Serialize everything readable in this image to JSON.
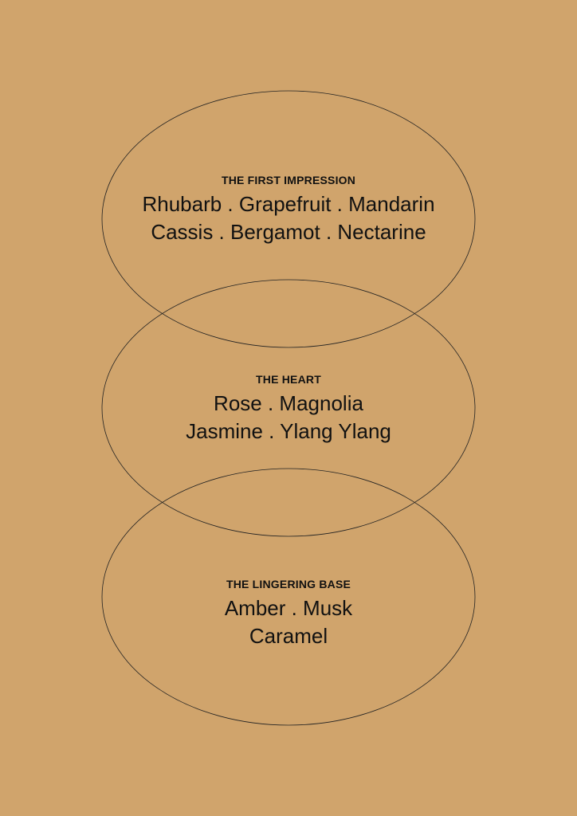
{
  "tiers": [
    {
      "heading": "THE FIRST IMPRESSION",
      "lines": [
        "Rhubarb . Grapefruit . Mandarin",
        "Cassis . Bergamot . Nectarine"
      ]
    },
    {
      "heading": "THE HEART",
      "lines": [
        "Rose . Magnolia",
        "Jasmine . Ylang Ylang"
      ]
    },
    {
      "heading": "THE LINGERING BASE",
      "lines": [
        "Amber . Musk",
        "Caramel"
      ]
    }
  ],
  "colors": {
    "background": "#d0a46c",
    "ink": "#111111"
  }
}
